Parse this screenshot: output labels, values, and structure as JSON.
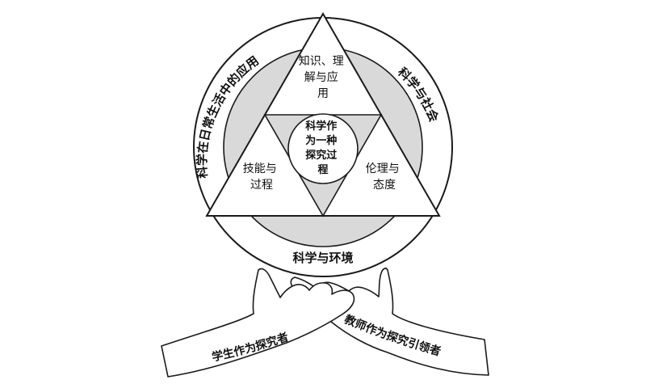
{
  "diagram": {
    "outer_ring": {
      "left_arc_label": "科学在日常生活中的应用",
      "right_arc_label": "科学与社会",
      "bottom_label": "科学与环境"
    },
    "triangle": {
      "top_section": [
        "知识、理",
        "解与应",
        "用"
      ],
      "left_section": [
        "技能与",
        "过程"
      ],
      "right_section": [
        "伦理与",
        "态度"
      ],
      "center_circle": [
        "科学作",
        "为一种",
        "探究过",
        "程"
      ]
    },
    "hands": {
      "left_arm_label": "学生作为探究者",
      "right_arm_label": "教师作为探究引领者"
    },
    "colors": {
      "stroke": "#1a1a1a",
      "fill_white": "#ffffff",
      "fill_gray": "#d9d9d9"
    }
  }
}
